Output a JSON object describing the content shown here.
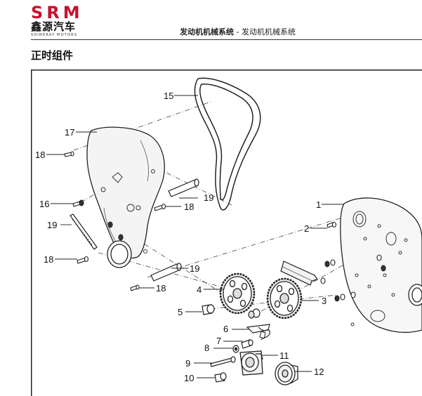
{
  "header": {
    "logo": {
      "brand": "SRM",
      "name_cn": "鑫源汽车",
      "name_en": "SHINERAY MOTORS"
    },
    "breadcrumb": {
      "section": "发动机机械系统",
      "separator": " - ",
      "page": "发动机机械系统"
    }
  },
  "page_title": "正时组件",
  "diagram": {
    "part_labels": {
      "p1": "1",
      "p2": "2",
      "p3": "3",
      "p4": "4",
      "p5": "5",
      "p6": "6",
      "p7": "7",
      "p8": "8",
      "p9": "9",
      "p10": "10",
      "p11": "11",
      "p12": "12",
      "p15": "15",
      "p16": "16",
      "p17": "17",
      "p18a": "18",
      "p18b": "18",
      "p18c": "18",
      "p18d": "18",
      "p19a": "19",
      "p19b": "19",
      "p19c": "19"
    }
  }
}
